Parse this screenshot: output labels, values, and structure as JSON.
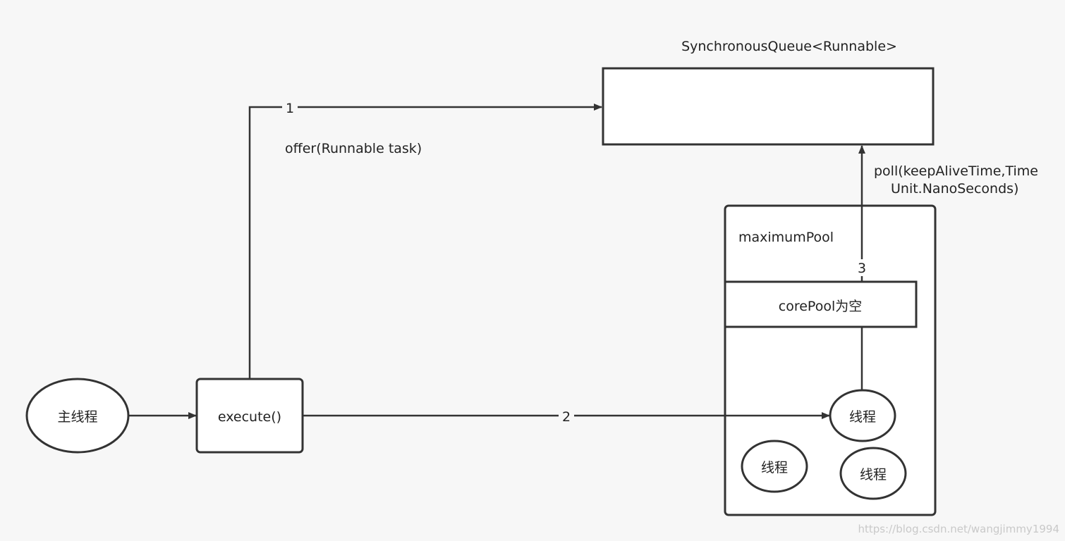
{
  "diagram": {
    "queue": {
      "title": "SynchronousQueue<Runnable>"
    },
    "max_pool": {
      "label": "maximumPool"
    },
    "core_pool": {
      "label": "corePool为空"
    },
    "main_thread": {
      "label": "主线程"
    },
    "execute": {
      "label": "execute()"
    },
    "threads": [
      {
        "label": "线程"
      },
      {
        "label": "线程"
      },
      {
        "label": "线程"
      }
    ],
    "edges": {
      "offer": {
        "number": "1",
        "label": "offer(Runnable task)"
      },
      "dispatch": {
        "number": "2"
      },
      "poll": {
        "number": "3",
        "label_line1": "poll(keepAliveTime,Time",
        "label_line2": "Unit.NanoSeconds)"
      }
    },
    "watermark": "https://blog.csdn.net/wangjimmy1994"
  },
  "colors": {
    "background": "#f7f7f7",
    "stroke": "#333333",
    "fill": "#ffffff",
    "text": "#222222"
  }
}
